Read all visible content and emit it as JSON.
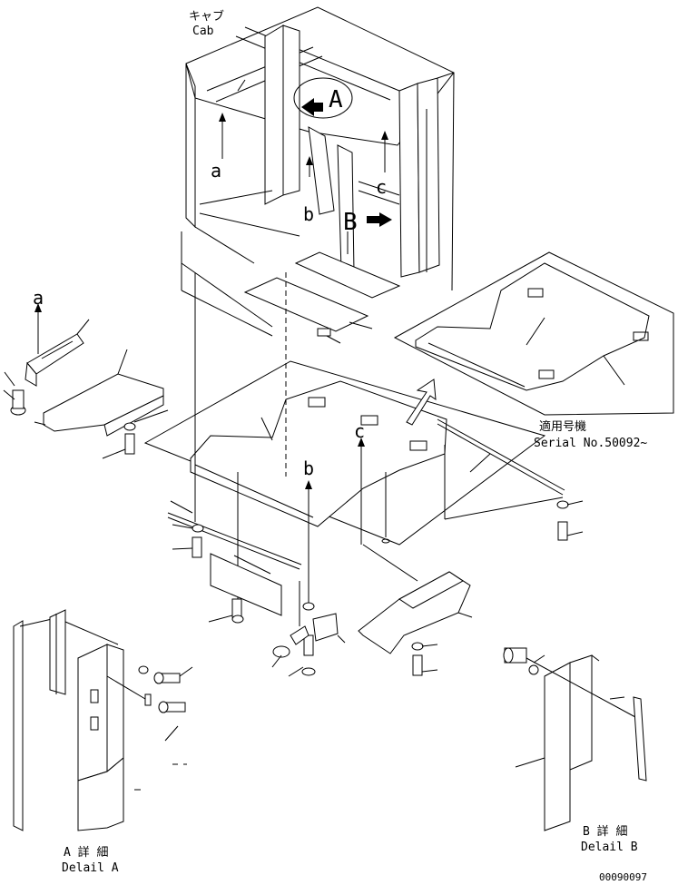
{
  "labels": {
    "cab_jp": "キャブ",
    "cab_en": "Cab",
    "marker_a": "A",
    "marker_b": "B",
    "ref_a": "a",
    "ref_b": "b",
    "ref_c": "c",
    "serial_jp": "適用号機",
    "serial_en": "Serial No.50092~",
    "detail_a_jp": "A 詳 細",
    "detail_a_en": "Delail A",
    "detail_b_jp": "B 詳 細",
    "detail_b_en": "Delail B",
    "drawing_no": "00090097"
  }
}
